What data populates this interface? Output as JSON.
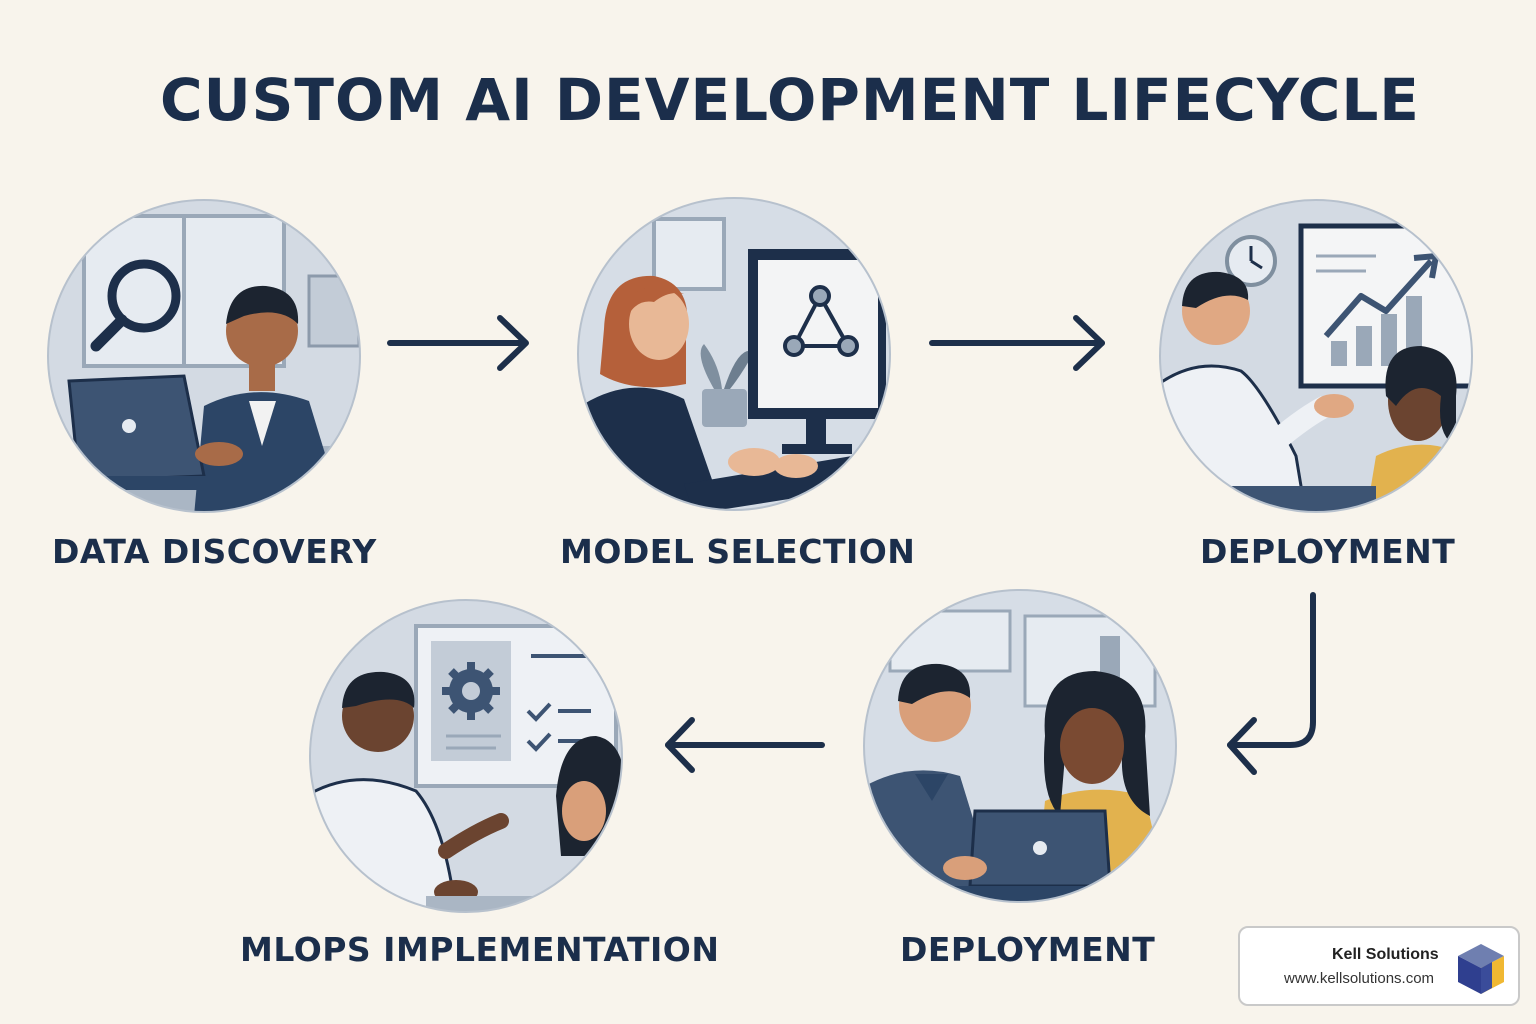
{
  "title": "CUSTOM AI DEVELOPMENT LIFECYCLE",
  "stages": [
    {
      "label": "DATA DISCOVERY",
      "illustration": "person-laptop-magnifier"
    },
    {
      "label": "MODEL SELECTION",
      "illustration": "person-monitor-network"
    },
    {
      "label": "DEPLOYMENT",
      "illustration": "presentation-chart"
    },
    {
      "label": "DEPLOYMENT",
      "illustration": "pair-laptop"
    },
    {
      "label": "MLOPS IMPLEMENTATION",
      "illustration": "pair-settings-board"
    }
  ],
  "badge": {
    "name": "Kell Solutions",
    "url": "www.kellsolutions.com",
    "logo_icon": "cube-logo-icon"
  },
  "colors": {
    "background": "#f8f4ec",
    "navy": "#1b2e4b",
    "circle_fill": "#d6dde6",
    "accent_blue": "#3d5473",
    "orange_hair": "#b5603a",
    "mustard": "#e2b24e"
  }
}
